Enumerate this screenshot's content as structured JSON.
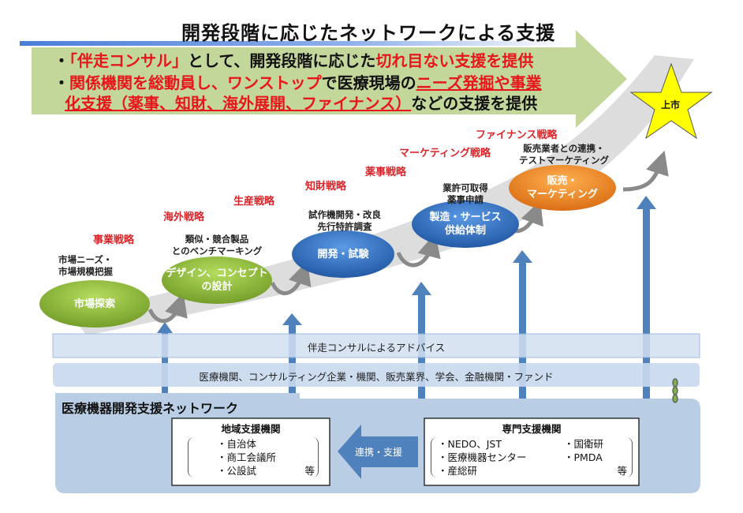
{
  "title": "開発段階に応じたネットワークによる支援",
  "summary": {
    "line1": {
      "prefix": "・",
      "red1": "「伴走コンサル」",
      "mid": "として、開発段階に応じた",
      "red2": "切れ目ない支援を提供"
    },
    "line2": {
      "prefix": "・",
      "red1": "関係機関を総動員し、ワンストップ",
      "mid": "で医療現場の",
      "red2": "ニーズ発掘や事業"
    },
    "line3": {
      "red": "化支援（薬事、知財、海外展開、ファイナンス）",
      "rest": "などの支援を提供"
    }
  },
  "goal": {
    "label": "上市",
    "color": "#ffff00"
  },
  "strategies": [
    "事業戦略",
    "海外戦略",
    "生産戦略",
    "知財戦略",
    "薬事戦略",
    "マーケティング戦略",
    "ファイナンス戦略"
  ],
  "stages": [
    {
      "label": "市場探索",
      "note_line1": "市場ニーズ・",
      "note_line2": "市場規模把握",
      "color": "green"
    },
    {
      "label_line1": "デザイン、コンセプト",
      "label_line2": "の設計",
      "note_line1": "類似・競合製品",
      "note_line2": "とのベンチマーキング",
      "color": "green"
    },
    {
      "label": "開発・試験",
      "note_line1": "試作機開発・改良",
      "note_line2": "先行特許調査",
      "color": "blue"
    },
    {
      "label_line1": "製造・サービス",
      "label_line2": "供給体制",
      "note_line1": "業許可取得",
      "note_line2": "薬事申請",
      "color": "blue"
    },
    {
      "label_line1": "販売・",
      "label_line2": "マーケティング",
      "note_line1": "販売業者との連携・",
      "note_line2": "テストマーケティング",
      "color": "orange"
    }
  ],
  "bands": {
    "advice": "伴走コンサルによるアドバイス",
    "partners": "医療機関、コンサルティング企業・機関、販売業界、学会、金融機関・ファンド"
  },
  "network": {
    "title": "医療機器開発支援ネットワーク",
    "regional": {
      "title": "地域支援機関",
      "items": [
        "・自治体",
        "・商工会議所",
        "・公設試"
      ],
      "etc": "等"
    },
    "arrow_label": "連携・支援",
    "specialized": {
      "title": "専門支援機関",
      "items_left": [
        "・NEDO、JST",
        "・医療機器センター",
        "・産総研"
      ],
      "items_right": [
        "・国衛研",
        "・PMDA"
      ],
      "etc": "等"
    }
  },
  "colors": {
    "green_band": "#c4d79b",
    "red_text": "#e8161b",
    "strategy_red": "#d8262b",
    "blue_arrow": "#4f81bd",
    "band_fill": "#d3e0f0",
    "network_fill": "#b9cde5",
    "green_ellipse": "#8cb83a",
    "blue_ellipse": "#2e6fbf",
    "orange_ellipse": "#f08a20"
  }
}
